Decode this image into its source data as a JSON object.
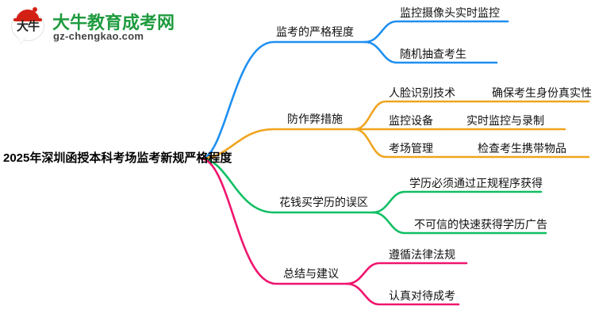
{
  "logo": {
    "mark_text": "大牛",
    "name": "大牛教育成考网",
    "url": "gz-chengkao.com",
    "brand_green": "#1f9b3f",
    "brand_red": "#d32015"
  },
  "mindmap": {
    "root": {
      "label": "2025年深圳函授本科考场监考新规严格程度"
    },
    "branches": [
      {
        "label": "监考的严格程度",
        "color": "#1f8ff0",
        "children": [
          {
            "label": "监控摄像头实时监控",
            "children": []
          },
          {
            "label": "随机抽查考生",
            "children": []
          }
        ]
      },
      {
        "label": "防作弊措施",
        "color": "#f0a41e",
        "children": [
          {
            "label": "人脸识别技术",
            "children": [
              {
                "label": "确保考生身份真实性"
              }
            ]
          },
          {
            "label": "监控设备",
            "children": [
              {
                "label": "实时监控与录制"
              }
            ]
          },
          {
            "label": "考场管理",
            "children": [
              {
                "label": "检查考生携带物品"
              }
            ]
          }
        ]
      },
      {
        "label": "花钱买学历的误区",
        "color": "#0fbf63",
        "children": [
          {
            "label": "学历必须通过正规程序获得",
            "children": []
          },
          {
            "label": "不可信的快速获得学历广告",
            "children": []
          }
        ]
      },
      {
        "label": "总结与建议",
        "color": "#f0156e",
        "children": [
          {
            "label": "遵循法律法规",
            "children": []
          },
          {
            "label": "认真对待成考",
            "children": []
          }
        ]
      }
    ]
  }
}
